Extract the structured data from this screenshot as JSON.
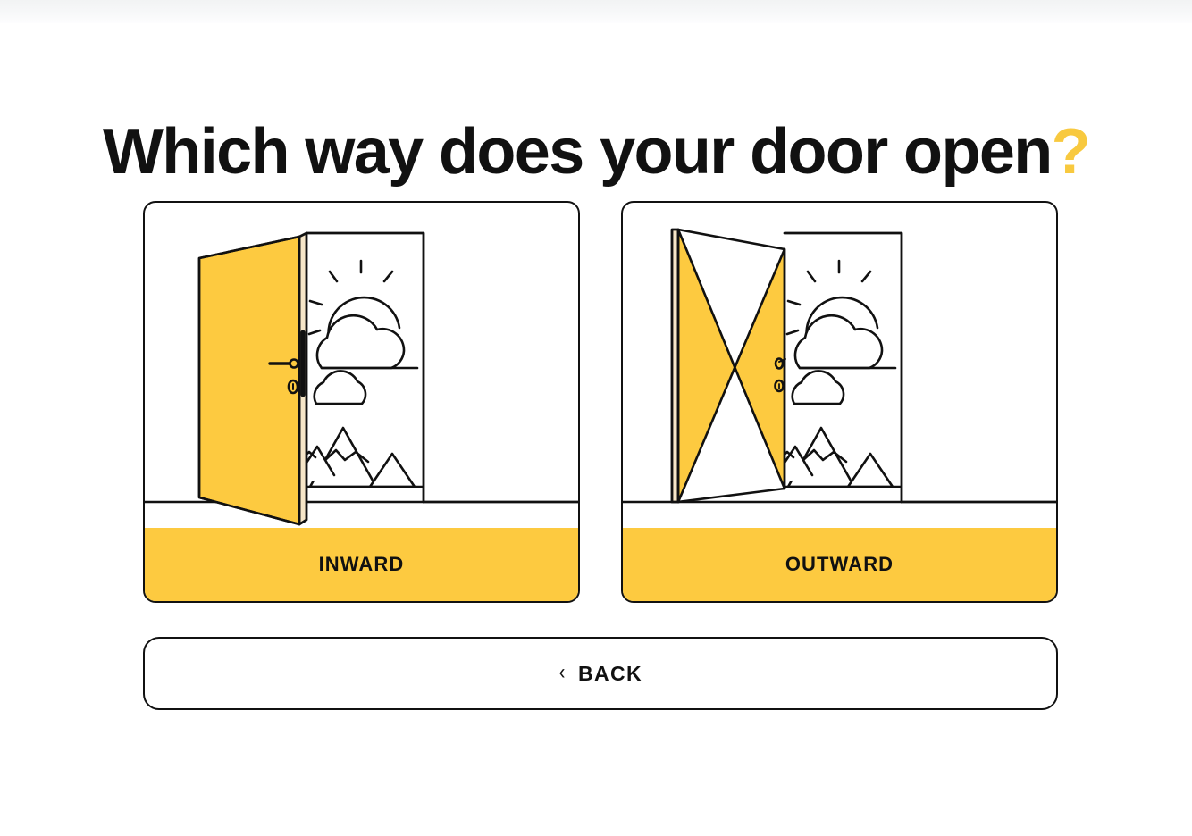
{
  "page": {
    "title": "Which way does your door open",
    "title_suffix": "?"
  },
  "options": [
    {
      "id": "inward",
      "label": "INWARD",
      "icon": "door-opening-inward-icon",
      "scene": [
        "sun-icon",
        "cloud-icon",
        "small-cloud-icon",
        "mountains-icon"
      ]
    },
    {
      "id": "outward",
      "label": "OUTWARD",
      "icon": "door-opening-outward-icon",
      "scene": [
        "sun-icon",
        "cloud-icon",
        "small-cloud-icon",
        "mountains-icon"
      ]
    }
  ],
  "back": {
    "label": "BACK",
    "chevron": "‹"
  },
  "colors": {
    "accent_yellow": "#FDCA40",
    "question_mark_yellow": "#F8C93F",
    "outline_black": "#111111",
    "door_edge_cream": "#F6E6C8",
    "background_white": "#FFFFFF"
  }
}
